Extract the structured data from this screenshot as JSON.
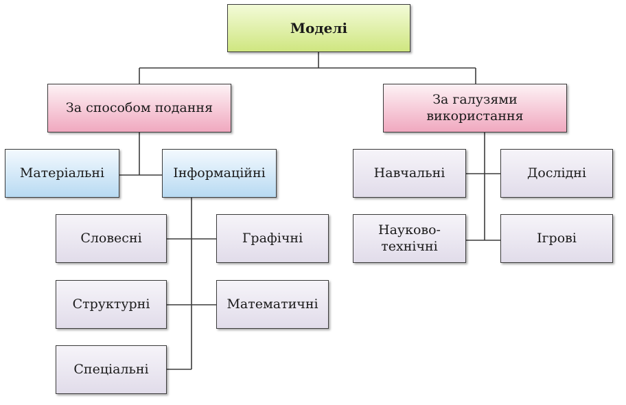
{
  "root": {
    "label": "Моделі"
  },
  "by_presentation": {
    "label": "За способом подання",
    "material": "Матеріальні",
    "informational": "Інформаційні",
    "subtypes": {
      "verbal": "Словесні",
      "graphic": "Графічні",
      "structural": "Структурні",
      "mathematical": "Математичні",
      "special": "Спеціальні"
    }
  },
  "by_field": {
    "label": "За галузями\nвикористання",
    "educational": "Навчальні",
    "research": "Дослідні",
    "scientific_technical": "Науково-\nтехнічні",
    "game": "Ігрові"
  },
  "colors": {
    "root_fill": "#cfe680",
    "category_fill": "#f0a8bf",
    "material_fill": "#b8daf2",
    "leaf_fill": "#e1dcea",
    "line": "#3a3a3a"
  }
}
